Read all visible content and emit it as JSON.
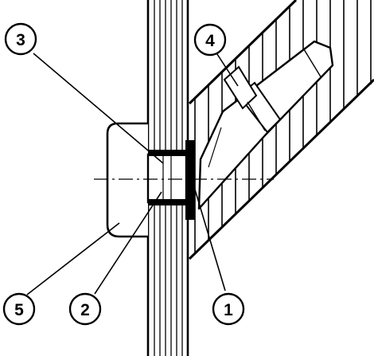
{
  "callouts": [
    {
      "number": "3"
    },
    {
      "number": "4"
    },
    {
      "number": "5"
    },
    {
      "number": "2"
    },
    {
      "number": "1"
    }
  ],
  "colors": {
    "line": "#000000",
    "background": "#ffffff"
  }
}
